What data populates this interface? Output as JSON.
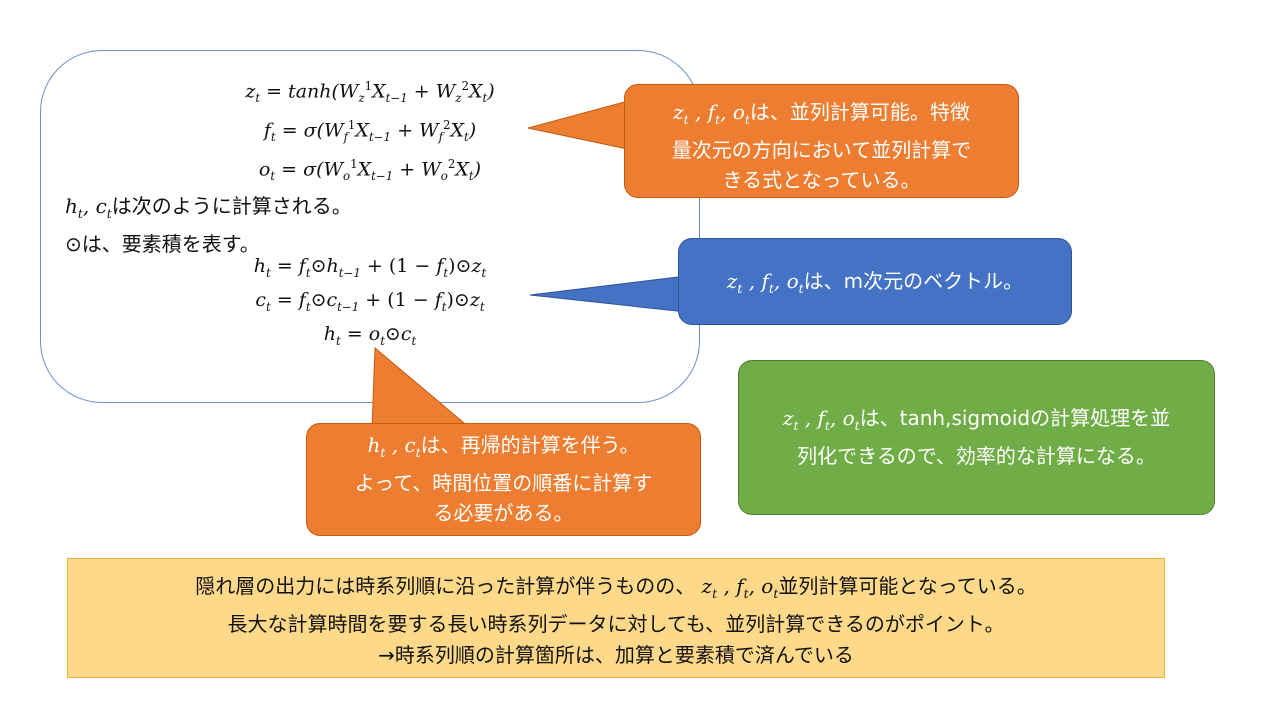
{
  "main_bubble": {
    "explanation_line1": "は次のように計算される。",
    "explanation_line2": "⊙は、要素積を表す。"
  },
  "callout_parallel": {
    "text_line1": "は、並列計算可能。特徴",
    "text_line2": "量次元の方向において並列計算で",
    "text_line3": "きる式となっている。"
  },
  "callout_vector": {
    "text": "は、m次元のベクトル。"
  },
  "callout_green": {
    "text_line1": "は、tanh,sigmoidの計算処理を並",
    "text_line2": "列化できるので、効率的な計算になる。"
  },
  "callout_recurrent": {
    "text_line1": "は、再帰的計算を伴う。",
    "text_line2": "よって、時間位置の順番に計算す",
    "text_line3": "る必要がある。"
  },
  "summary": {
    "line1_before": "隠れ層の出力には時系列順に沿った計算が伴うものの、",
    "line1_after": "並列計算可能となっている。",
    "line2": "長大な計算時間を要する長い時系列データに対しても、並列計算できるのがポイント。",
    "line3": "→時系列順の計算箇所は、加算と要素積で済んでいる"
  },
  "colors": {
    "orange": "#ed7d31",
    "blue": "#4472c4",
    "green": "#70ad47",
    "summary_bg": "#ffd98a",
    "bubble_border": "#6e8fc8"
  }
}
